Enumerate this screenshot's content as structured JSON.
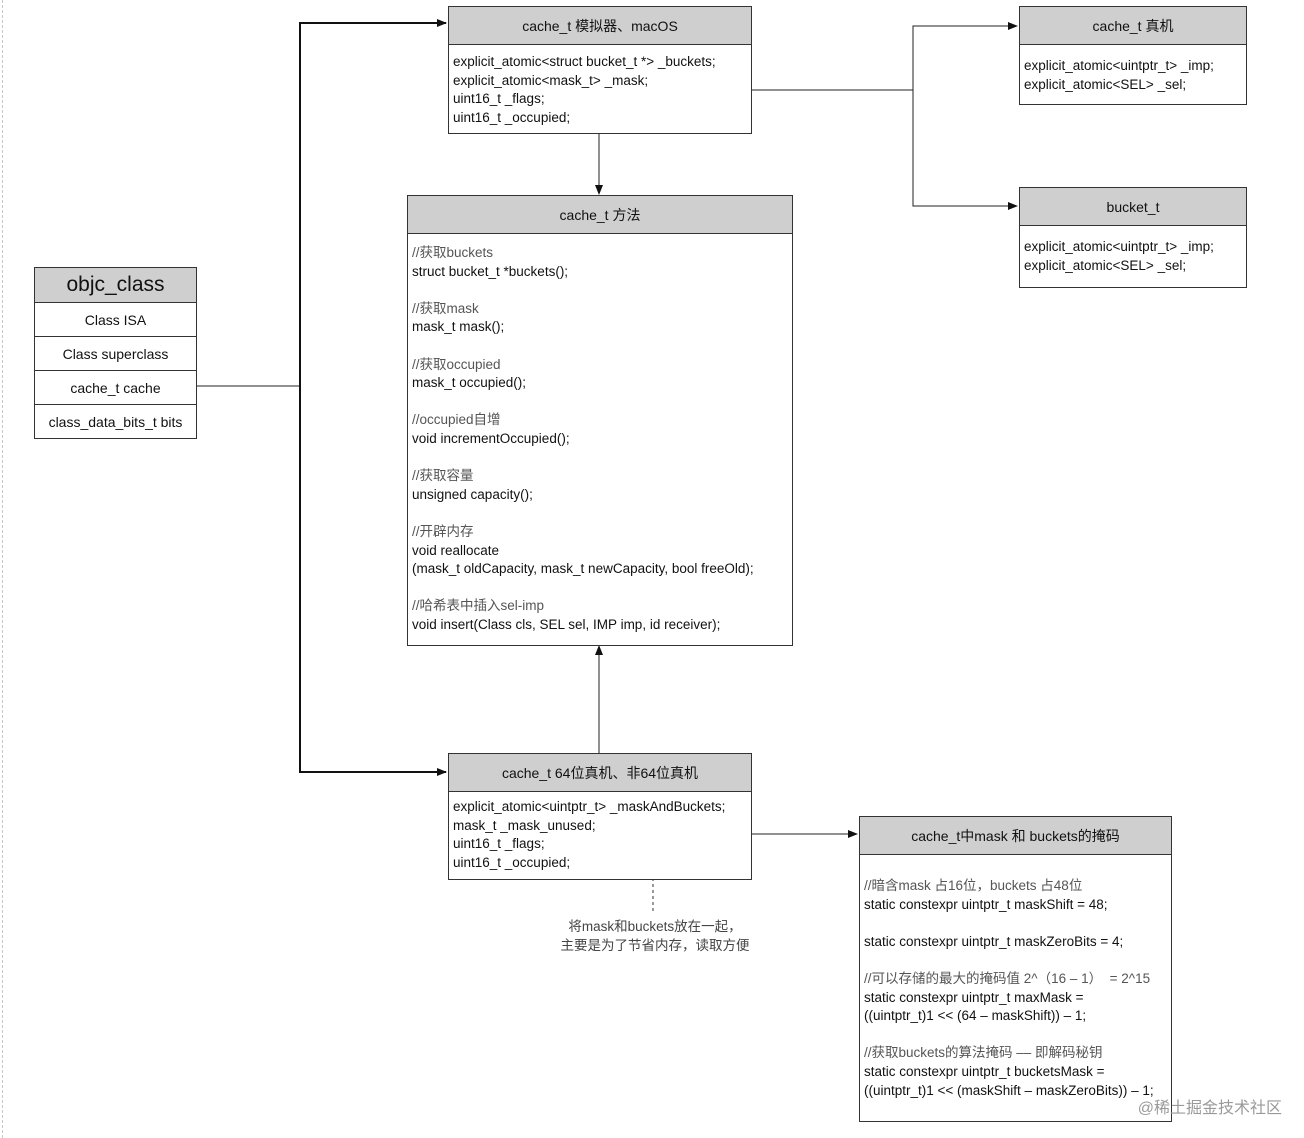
{
  "objc_class": {
    "title": "objc_class",
    "rows": [
      "Class ISA",
      "Class superclass",
      "cache_t cache",
      "class_data_bits_t bits"
    ]
  },
  "cache_sim": {
    "title": "cache_t 模拟器、macOS",
    "lines": [
      "explicit_atomic<struct bucket_t *> _buckets;",
      "explicit_atomic<mask_t> _mask;",
      "uint16_t _flags;",
      "uint16_t _occupied;"
    ]
  },
  "cache_real": {
    "title": "cache_t 真机",
    "lines": [
      "explicit_atomic<uintptr_t> _imp;",
      "explicit_atomic<SEL> _sel;"
    ]
  },
  "bucket": {
    "title": "bucket_t",
    "lines": [
      "explicit_atomic<uintptr_t> _imp;",
      "explicit_atomic<SEL> _sel;"
    ]
  },
  "methods": {
    "title": "cache_t 方法",
    "groups": [
      {
        "comment": "//获取buckets",
        "code": [
          "struct bucket_t *buckets();"
        ]
      },
      {
        "comment": "//获取mask",
        "code": [
          "mask_t mask();"
        ]
      },
      {
        "comment": "//获取occupied",
        "code": [
          "mask_t occupied();"
        ]
      },
      {
        "comment": "//occupied自增",
        "code": [
          "void incrementOccupied();"
        ]
      },
      {
        "comment": "//获取容量",
        "code": [
          "unsigned capacity();"
        ]
      },
      {
        "comment": "//开辟内存",
        "code": [
          "void reallocate",
          "(mask_t oldCapacity, mask_t newCapacity, bool freeOld);"
        ]
      },
      {
        "comment": "//哈希表中插入sel-imp",
        "code": [
          "void insert(Class cls, SEL sel, IMP imp, id receiver);"
        ]
      }
    ]
  },
  "cache_64": {
    "title": "cache_t 64位真机、非64位真机",
    "lines": [
      "explicit_atomic<uintptr_t> _maskAndBuckets;",
      "mask_t _mask_unused;",
      "uint16_t _flags;",
      "uint16_t _occupied;"
    ]
  },
  "mask_box": {
    "title": "cache_t中mask 和 buckets的掩码",
    "groups": [
      {
        "comment": "//暗含mask 占16位，buckets 占48位",
        "code": [
          "static constexpr uintptr_t maskShift = 48;"
        ]
      },
      {
        "comment": "",
        "code": [
          "static constexpr uintptr_t maskZeroBits = 4;"
        ]
      },
      {
        "comment": "//可以存储的最大的掩码值 2^（16 – 1）  = 2^15",
        "code": [
          "static constexpr uintptr_t maxMask =",
          "((uintptr_t)1 << (64 – maskShift)) – 1;"
        ]
      },
      {
        "comment": "//获取buckets的算法掩码 –– 即解码秘钥",
        "code": [
          "static constexpr uintptr_t bucketsMask =",
          "((uintptr_t)1 << (maskShift – maskZeroBits)) – 1;"
        ]
      }
    ]
  },
  "note": {
    "line1": "将mask和buckets放在一起，",
    "line2": "主要是为了节省内存，读取方便"
  },
  "watermark": "@稀土掘金技术社区"
}
